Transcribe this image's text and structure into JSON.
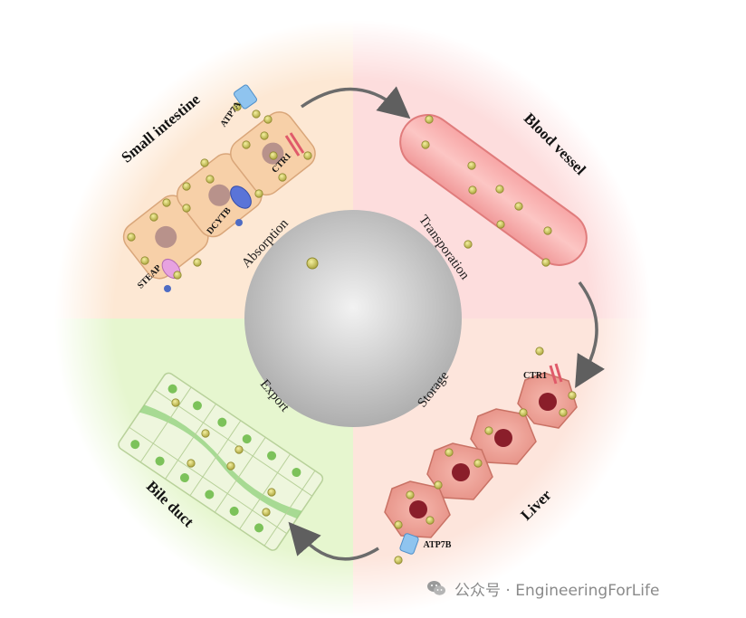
{
  "diagram": {
    "quadrants": {
      "small_intestine": "Small intestine",
      "blood_vessel": "Blood vessel",
      "liver": "Liver",
      "bile_duct": "Bile duct"
    },
    "processes": {
      "absorption": "Absorption",
      "transporation": "Transporation",
      "storage": "Storage",
      "export": "Export"
    },
    "transporters": {
      "atp7a": "ATP7A",
      "ctr1_intestine": "CTR1",
      "dcytb": "DCYTB",
      "steap": "STEAP",
      "ctr1_liver": "CTR1",
      "atp7b": "ATP7B"
    },
    "colors": {
      "intestine_bg": "#fde8d4",
      "vessel_bg": "#fddddd",
      "liver_bg": "#fde5dc",
      "bile_bg": "#e6f6cf",
      "copper": "#c9c24f",
      "arrow": "#6b6b6b"
    }
  },
  "watermark": {
    "icon": "wechat-icon",
    "text": "公众号 · EngineeringForLife"
  }
}
